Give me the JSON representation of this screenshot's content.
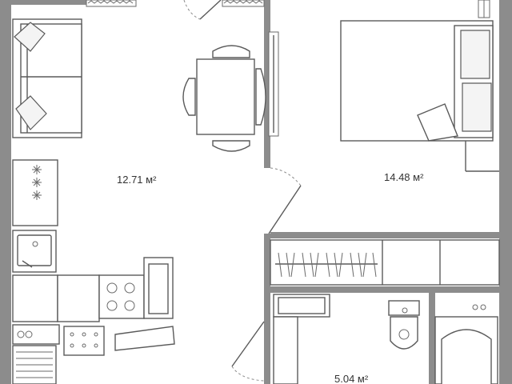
{
  "rooms": [
    {
      "id": "living",
      "area_label": "12.71 м²"
    },
    {
      "id": "bedroom",
      "area_label": "14.48 м²"
    },
    {
      "id": "bathroom",
      "area_label": "5.04 м²"
    }
  ],
  "colors": {
    "wall": "#8c8c8c",
    "line": "#5a5a5a",
    "text": "#333333",
    "background": "#ffffff"
  }
}
